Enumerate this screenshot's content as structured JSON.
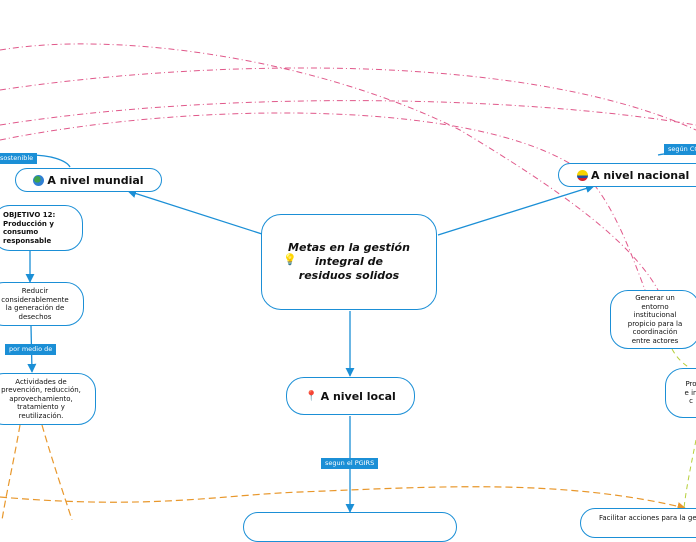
{
  "central": {
    "title": "Metas en la gestión integral de residuos solidos",
    "icon": "lightbulb-icon"
  },
  "topics": {
    "mundial": {
      "label": "A nivel mundial",
      "icon": "globe-icon"
    },
    "nacional": {
      "label": "A nivel nacional",
      "icon": "colombia-flag-icon"
    },
    "local": {
      "label": "A nivel local",
      "icon": "location-pin-icon"
    }
  },
  "subtopics": {
    "objetivo": "OBJETIVO 12: Producción y consumo responsable",
    "reducir": "Reducir considerablemente la generación de desechos",
    "actividades": "Actividades de prevención, reducción, aprovechamiento, tratamiento y reutilización.",
    "generar": "Generar un entorno institucional propicio para la coordinación entre actores",
    "pro": "Pro e in c",
    "facilitar": "Facilitar acciones para la gest"
  },
  "tags": {
    "sostenible": "sostenible",
    "segun_co": "según CO",
    "por_medio": "por medio de",
    "segun_pgirs": "segun el PGIRS"
  },
  "colors": {
    "connector": "#1b8fd6",
    "pink_relation": "#e0588a",
    "orange_relation": "#e8972b",
    "green_relation": "#b6cf3a"
  }
}
